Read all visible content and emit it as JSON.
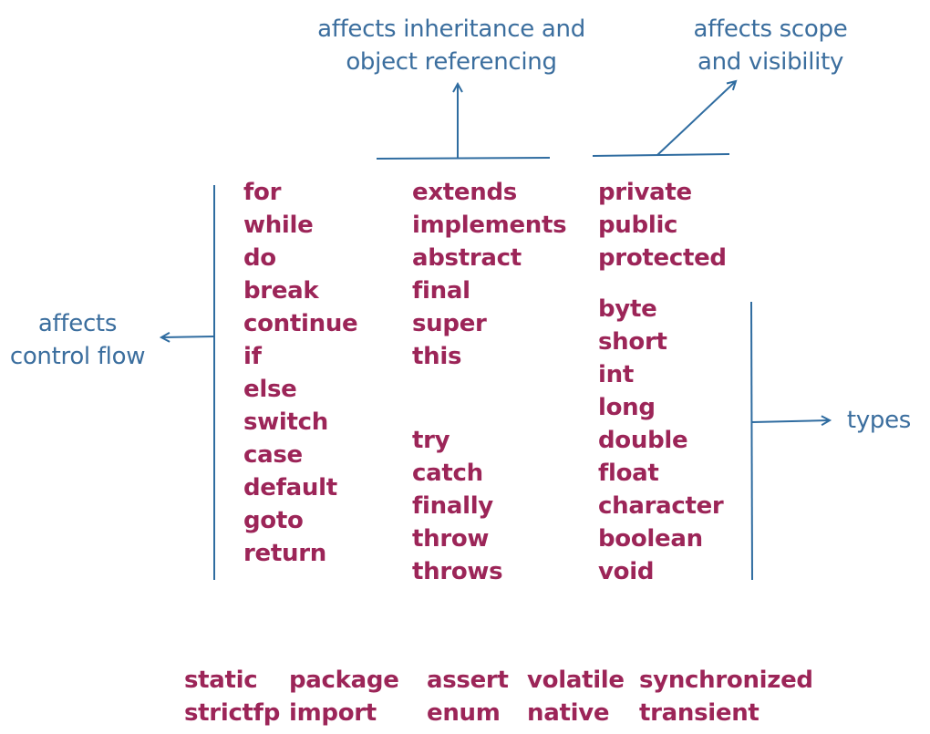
{
  "annotations": {
    "inheritance_line1": "affects inheritance and",
    "inheritance_line2": "object referencing",
    "scope_line1": "affects scope",
    "scope_line2": "and visibility",
    "control_line1": "affects",
    "control_line2": "control flow",
    "types": "types"
  },
  "keyword_groups": {
    "control_flow": [
      "for",
      "while",
      "do",
      "break",
      "continue",
      "if",
      "else",
      "switch",
      "case",
      "default",
      "goto",
      "return"
    ],
    "inheritance": [
      "extends",
      "implements",
      "abstract",
      "final",
      "super",
      "this"
    ],
    "exceptions": [
      "try",
      "catch",
      "finally",
      "throw",
      "throws"
    ],
    "visibility": [
      "private",
      "public",
      "protected"
    ],
    "types": [
      "byte",
      "short",
      "int",
      "long",
      "double",
      "float",
      "character",
      "boolean",
      "void"
    ]
  },
  "misc_keywords": {
    "row1": [
      "static",
      "package",
      "assert",
      "volatile",
      "synchronized"
    ],
    "row2": [
      "strictfp",
      "import",
      "enum",
      "native",
      "transient"
    ]
  },
  "colors": {
    "keyword": "#9c2558",
    "annotation": "#3b6e9e",
    "line": "#2f6ca0"
  }
}
